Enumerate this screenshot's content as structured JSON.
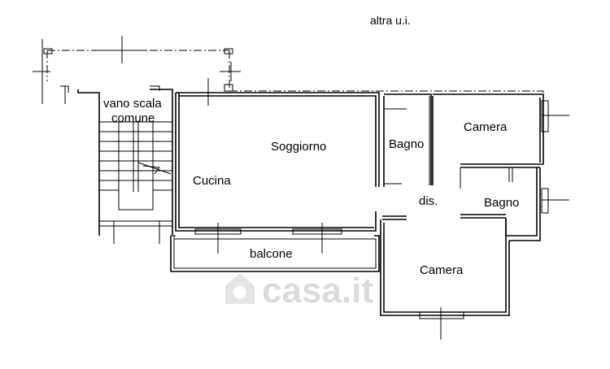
{
  "labels": {
    "altra_ui": "altra u.i.",
    "vano_scala_line1": "vano scala",
    "vano_scala_line2": "comune",
    "soggiorno": "Soggiorno",
    "cucina": "Cucina",
    "bagno_1": "Bagno",
    "camera_1": "Camera",
    "dis": "dis.",
    "bagno_2": "Bagno",
    "balcone": "balcone",
    "camera_2": "Camera"
  },
  "watermark": {
    "text": "casa.it"
  }
}
